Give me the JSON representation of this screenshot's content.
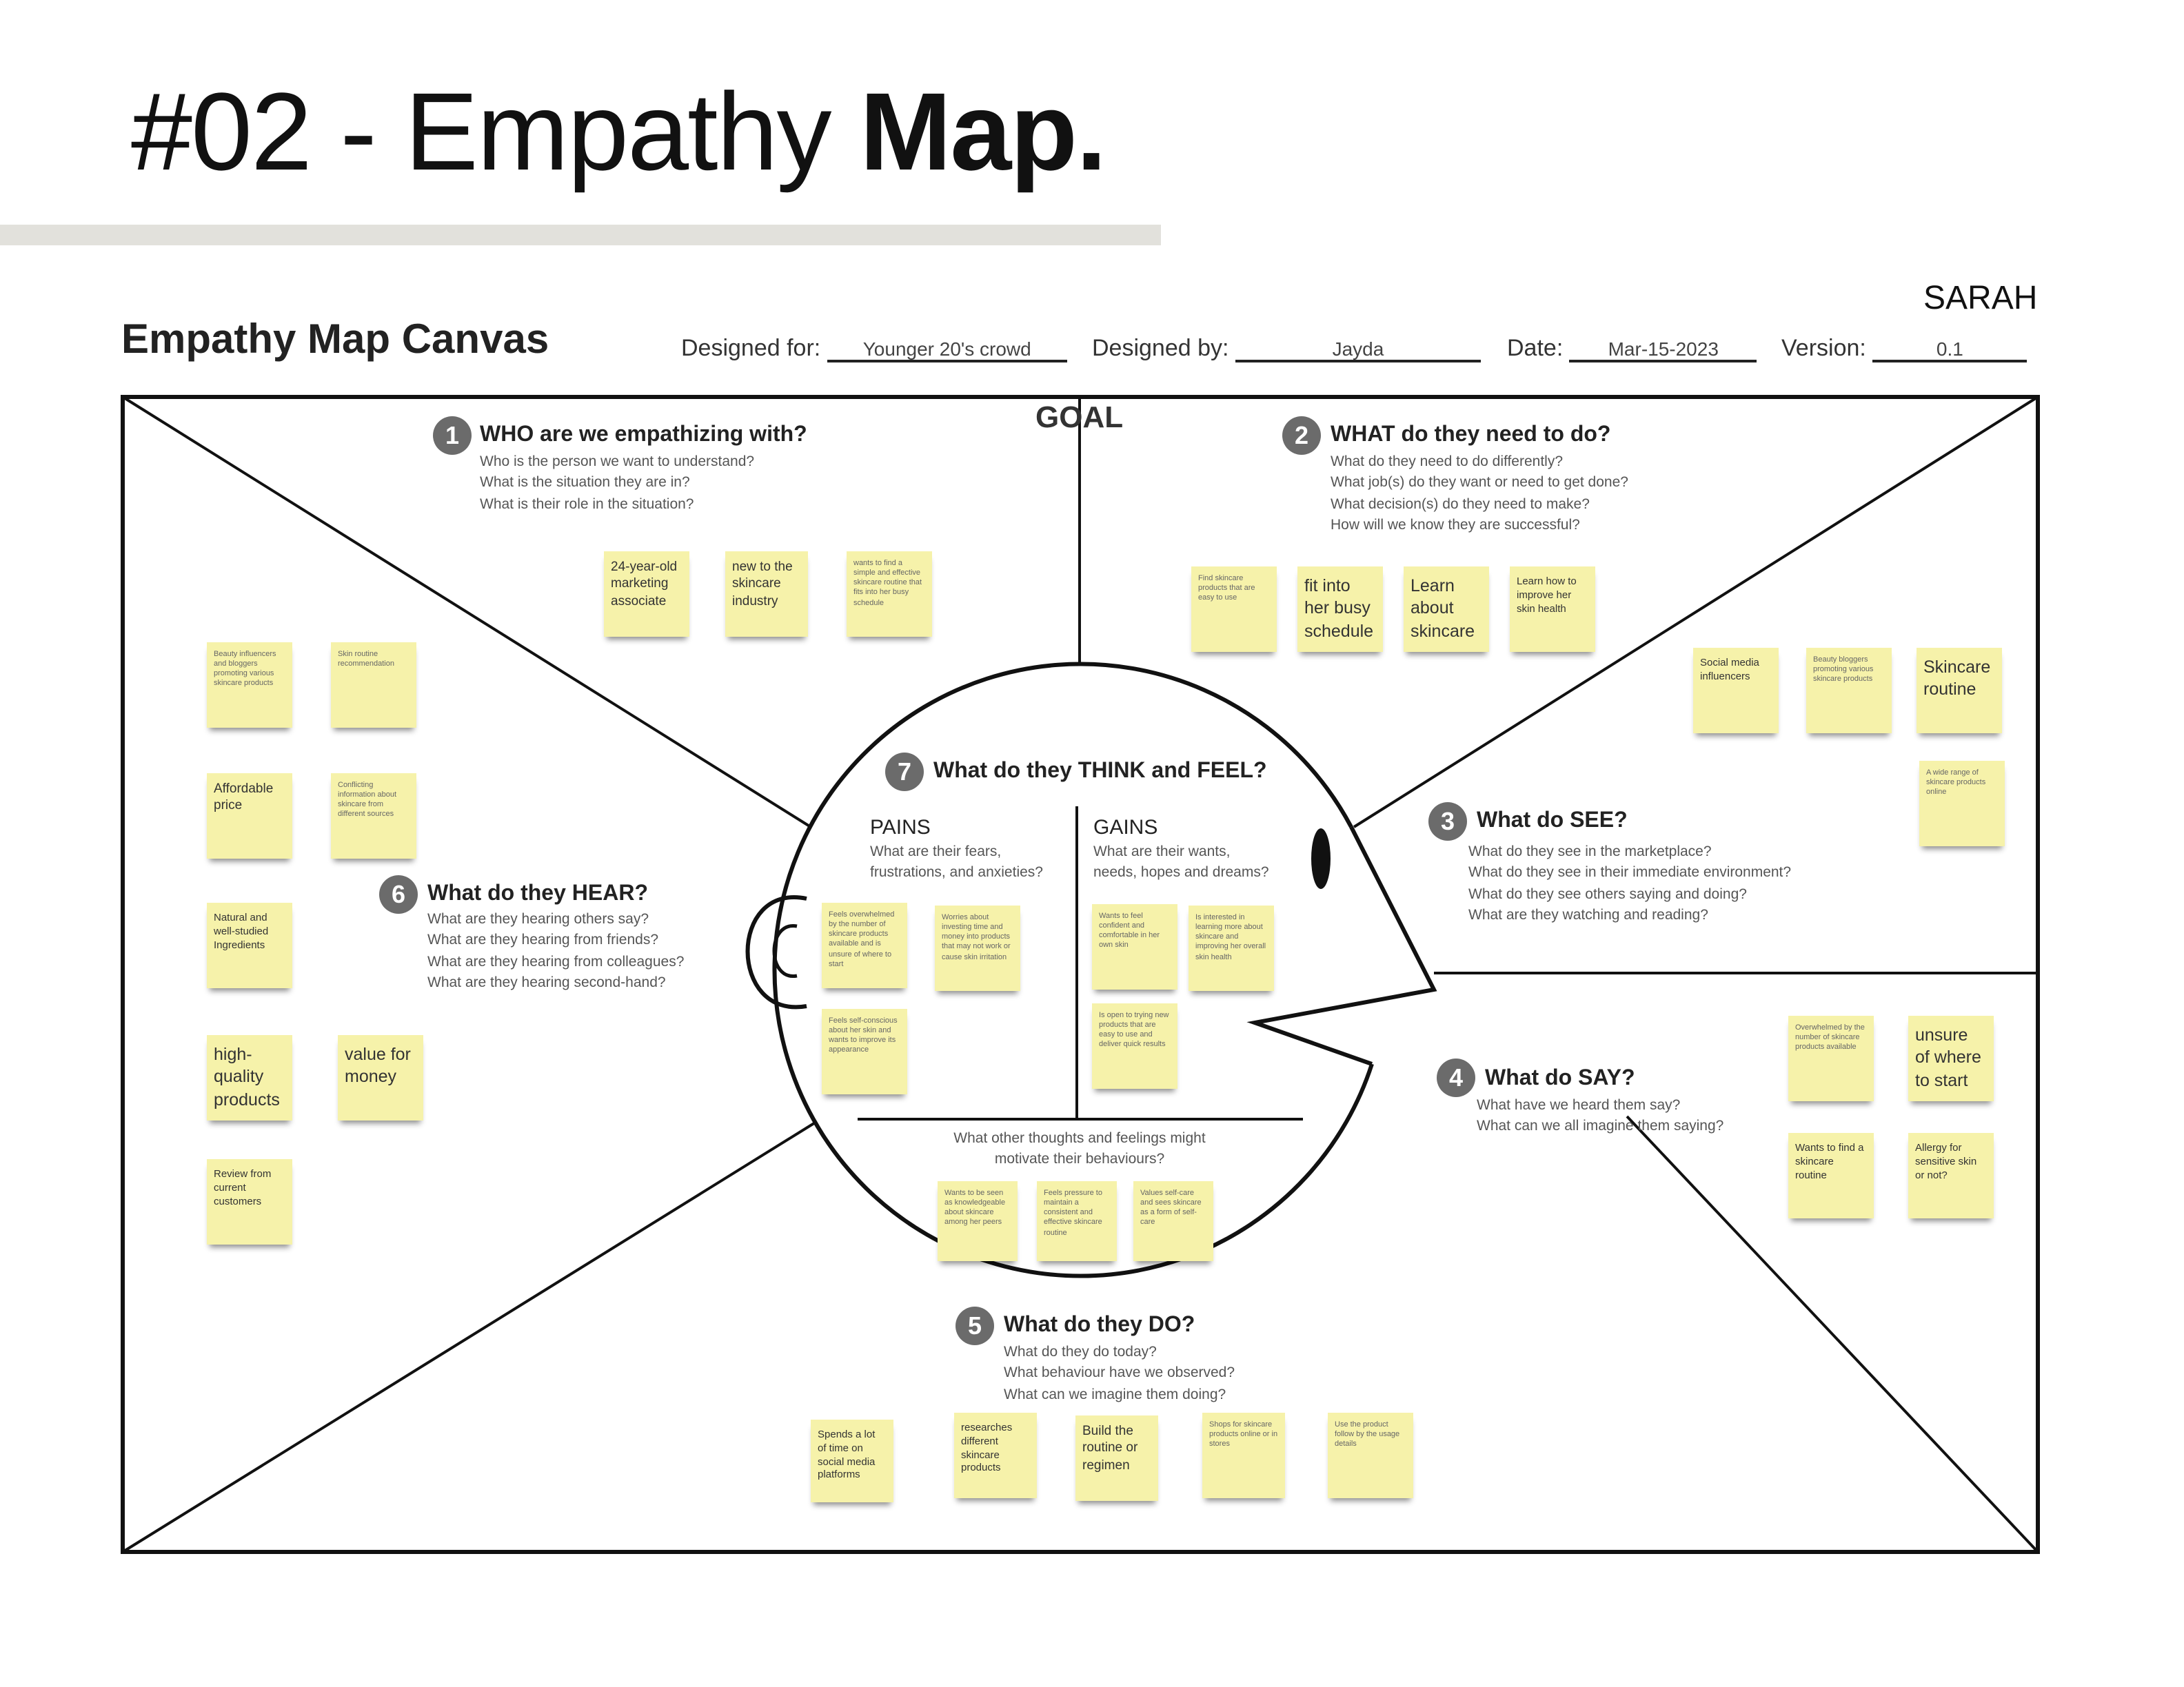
{
  "page_title": {
    "prefix": "#02 - Empathy ",
    "bold": "Map."
  },
  "persona": "SARAH",
  "canvas_title": "Empathy Map Canvas",
  "fields": {
    "designed_for_label": "Designed for:",
    "designed_for": "Younger 20's crowd",
    "designed_by_label": "Designed by:",
    "designed_by": "Jayda",
    "date_label": "Date:",
    "date": "Mar-15-2023",
    "version_label": "Version:",
    "version": "0.1"
  },
  "goal": "GOAL",
  "sections": {
    "who": {
      "num": "1",
      "heading": "WHO are we empathizing with?",
      "lines": [
        "Who is the person we want to understand?",
        "What is the situation they are in?",
        "What is their role in the situation?"
      ],
      "stickies": [
        "24-year-old marketing associate",
        "new to the skincare industry",
        "wants to find a simple and effective skincare routine that fits into her busy schedule"
      ]
    },
    "need": {
      "num": "2",
      "heading": "WHAT do they need to do?",
      "lines": [
        "What do they need to do differently?",
        "What job(s) do they want or need to get done?",
        "What decision(s) do they need to make?",
        "How will we know they are successful?"
      ],
      "stickies": [
        "Find skincare products that are easy to use",
        "fit into her busy schedule",
        "Learn about skincare",
        "Learn how to improve her skin health"
      ]
    },
    "see": {
      "num": "3",
      "heading": "What do SEE?",
      "lines": [
        "What do they see in the marketplace?",
        "What do they see in their immediate environment?",
        "What do they see others saying and doing?",
        "What are they watching and reading?"
      ],
      "stickies": [
        "Social media influencers",
        "Beauty bloggers promoting various skincare products",
        "Skincare routine",
        "A wide range of skincare products online"
      ]
    },
    "say": {
      "num": "4",
      "heading": "What do SAY?",
      "lines": [
        "What have we heard them say?",
        "What can we all imagine them saying?"
      ],
      "stickies": [
        "Overwhelmed by the number of skincare products available",
        "unsure of where to start",
        "Wants to find a skincare routine",
        "Allergy for sensitive skin or not?"
      ]
    },
    "do": {
      "num": "5",
      "heading": "What do they DO?",
      "lines": [
        "What do they do today?",
        "What behaviour have we observed?",
        "What can we imagine them doing?"
      ],
      "stickies": [
        "Spends a lot of time on social media platforms",
        "researches different skincare products",
        "Build the routine or regimen",
        "Shops for skincare products online or in stores",
        "Use the product follow by the usage details"
      ]
    },
    "hear": {
      "num": "6",
      "heading": "What do they HEAR?",
      "lines": [
        "What are they hearing others say?",
        "What are they hearing from friends?",
        "What are they hearing from colleagues?",
        "What are they hearing second-hand?"
      ],
      "stickies": [
        "Beauty influencers and bloggers promoting various skincare products",
        "Skin routine recommendation",
        "Affordable price",
        "Conflicting information about skincare from different sources",
        "Natural and well-studied Ingredients",
        "high-quality products",
        "value for money",
        "Review from current customers"
      ]
    },
    "think": {
      "num": "7",
      "heading": "What do they THINK and FEEL?",
      "pains": {
        "title": "PAINS",
        "lines": [
          "What are their fears,",
          "frustrations, and anxieties?"
        ],
        "stickies": [
          "Feels overwhelmed by the number of skincare products available and is unsure of where to start",
          "Worries about investing time and money into products that may not work or cause skin irritation",
          "Feels self-conscious about her skin and wants to improve its appearance"
        ]
      },
      "gains": {
        "title": "GAINS",
        "lines": [
          "What are their wants,",
          "needs, hopes and dreams?"
        ],
        "stickies": [
          "Wants to feel confident and comfortable in her own skin",
          "Is interested in learning more about skincare and improving her overall skin health",
          "Is open to trying new products that are easy to use and deliver quick results"
        ]
      },
      "other": {
        "lines": [
          "What other thoughts and feelings might",
          "motivate their behaviours?"
        ],
        "stickies": [
          "Wants to be seen as knowledgeable about skincare among her peers",
          "Feels pressure to maintain a consistent and effective skincare routine",
          "Values self-care and sees skincare as a form of self-care"
        ]
      }
    }
  },
  "colors": {
    "sticky": "#f6f2aa",
    "number_badge": "#6b6b6b",
    "divider_bar": "#e2e1dc"
  }
}
